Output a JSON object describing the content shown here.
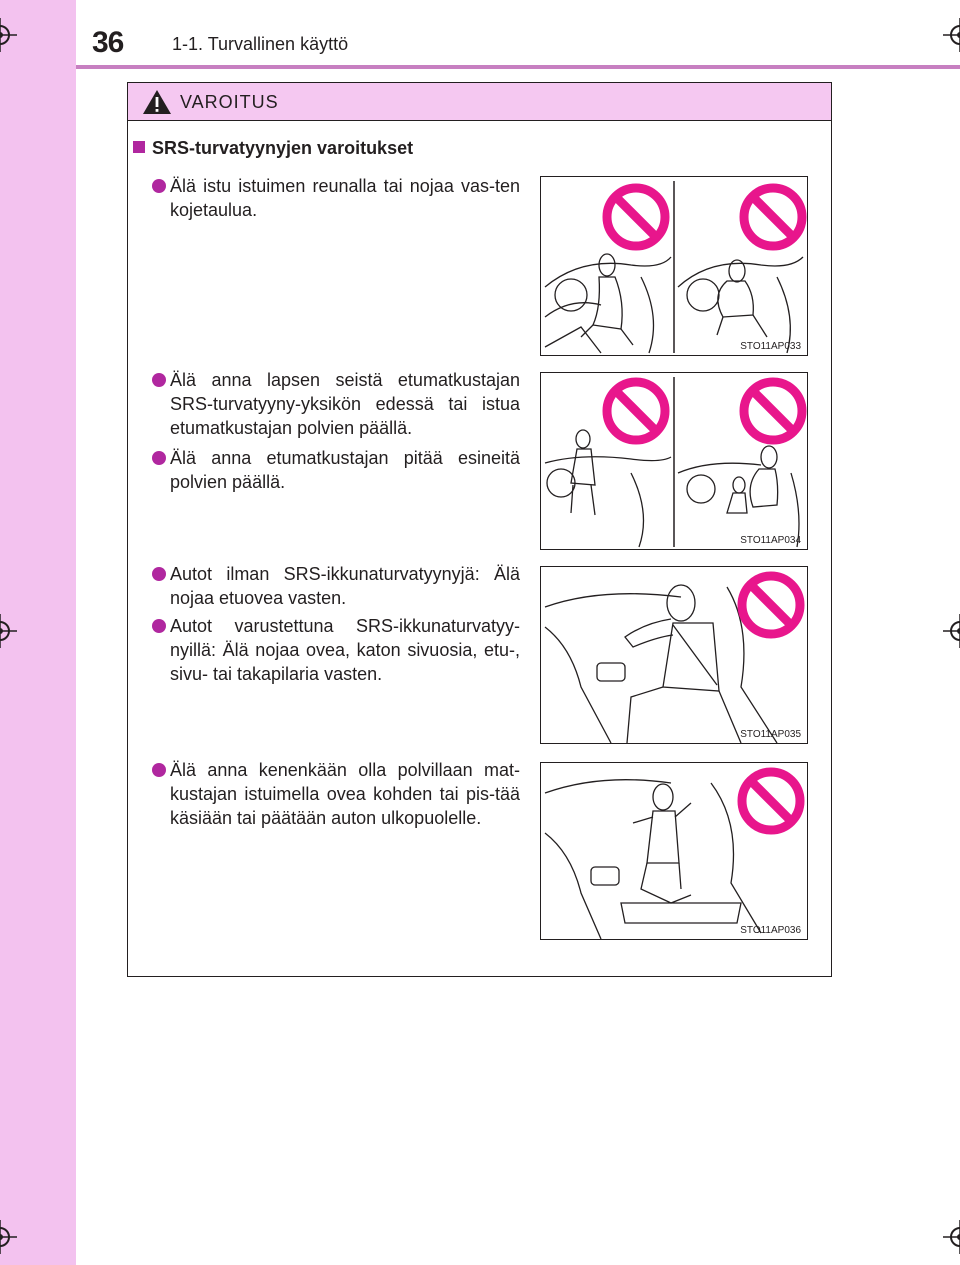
{
  "header": {
    "page_number": "36",
    "section_title": "1-1. Turvallinen käyttö"
  },
  "warning": {
    "label": "VAROITUS",
    "subheading": "SRS-turvatyynyjen varoitukset",
    "bullets": [
      "Älä istu istuimen reunalla tai nojaa vas-ten kojetaulua.",
      "Älä anna lapsen seistä etumatkustajan SRS-turvatyyny-yksikön edessä tai istua etumatkustajan polvien päällä.",
      "Älä anna etumatkustajan pitää esineitä polvien päällä.",
      "Autot ilman SRS-ikkunaturvatyynyjä: Älä nojaa etuovea vasten.",
      "Autot varustettuna SRS-ikkunaturvatyy-nyillä: Älä nojaa ovea, katon sivuosia, etu-, sivu- tai takapilaria vasten.",
      "Älä anna kenenkään olla polvillaan mat-kustajan istuimella ovea kohden tai pis-tää käsiään tai päätään auton ulkopuolelle."
    ],
    "figures": [
      {
        "code": "STO11AP033"
      },
      {
        "code": "STO11AP034"
      },
      {
        "code": "STO11AP035"
      },
      {
        "code": "STO11AP036"
      }
    ]
  },
  "colors": {
    "accent_magenta": "#e8168c",
    "side_strip": "#f3c2ef",
    "header_rule": "#c77fc1",
    "bullet": "#b0279f"
  },
  "icons": [
    "warning-triangle-icon",
    "prohibition-icon",
    "registration-mark-icon"
  ]
}
